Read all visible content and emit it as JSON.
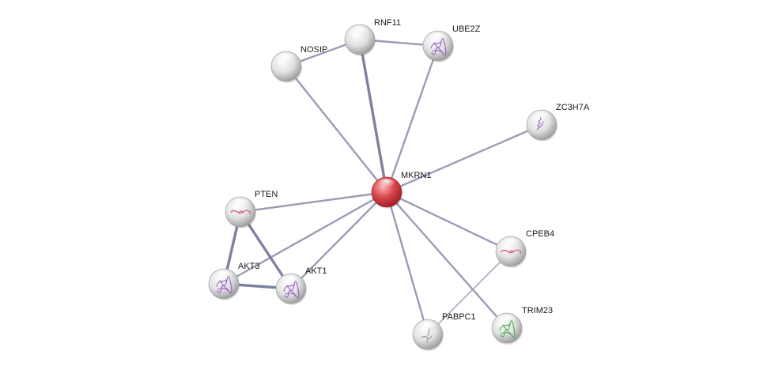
{
  "network": {
    "nodes": [
      {
        "id": "MKRN1",
        "label": "MKRN1",
        "kind": "query",
        "color": "#d9444c",
        "structure": ""
      },
      {
        "id": "RNF11",
        "label": "RNF11",
        "kind": "interactor",
        "color": "#dcdcdc",
        "structure": ""
      },
      {
        "id": "UBE2Z",
        "label": "UBE2Z",
        "kind": "interactor",
        "color": "#dcdcdc",
        "structure": "purple-protein"
      },
      {
        "id": "NOSIP",
        "label": "NOSIP",
        "kind": "interactor",
        "color": "#dcdcdc",
        "structure": ""
      },
      {
        "id": "ZC3H7A",
        "label": "ZC3H7A",
        "kind": "interactor",
        "color": "#dcdcdc",
        "structure": "purple-helix"
      },
      {
        "id": "PTEN",
        "label": "PTEN",
        "kind": "interactor",
        "color": "#dcdcdc",
        "structure": "pink-strand"
      },
      {
        "id": "AKT3",
        "label": "AKT3",
        "kind": "interactor",
        "color": "#dcdcdc",
        "structure": "purple-protein"
      },
      {
        "id": "AKT1",
        "label": "AKT1",
        "kind": "interactor",
        "color": "#dcdcdc",
        "structure": "purple-protein"
      },
      {
        "id": "CPEB4",
        "label": "CPEB4",
        "kind": "interactor",
        "color": "#dcdcdc",
        "structure": "pink-strand"
      },
      {
        "id": "PABPC1",
        "label": "PABPC1",
        "kind": "interactor",
        "color": "#dcdcdc",
        "structure": "gray-coil"
      },
      {
        "id": "TRIM23",
        "label": "TRIM23",
        "kind": "interactor",
        "color": "#dcdcdc",
        "structure": "green-protein"
      }
    ],
    "edges": [
      {
        "source": "MKRN1",
        "target": "RNF11",
        "weight": 3
      },
      {
        "source": "MKRN1",
        "target": "UBE2Z",
        "weight": 2
      },
      {
        "source": "MKRN1",
        "target": "NOSIP",
        "weight": 2
      },
      {
        "source": "MKRN1",
        "target": "ZC3H7A",
        "weight": 2
      },
      {
        "source": "MKRN1",
        "target": "PTEN",
        "weight": 2
      },
      {
        "source": "MKRN1",
        "target": "AKT3",
        "weight": 2
      },
      {
        "source": "MKRN1",
        "target": "AKT1",
        "weight": 2
      },
      {
        "source": "MKRN1",
        "target": "CPEB4",
        "weight": 2
      },
      {
        "source": "MKRN1",
        "target": "PABPC1",
        "weight": 2
      },
      {
        "source": "MKRN1",
        "target": "TRIM23",
        "weight": 2
      },
      {
        "source": "RNF11",
        "target": "UBE2Z",
        "weight": 2
      },
      {
        "source": "RNF11",
        "target": "NOSIP",
        "weight": 2
      },
      {
        "source": "PTEN",
        "target": "AKT3",
        "weight": 3
      },
      {
        "source": "PTEN",
        "target": "AKT1",
        "weight": 3
      },
      {
        "source": "AKT3",
        "target": "AKT1",
        "weight": 3
      },
      {
        "source": "CPEB4",
        "target": "PABPC1",
        "weight": 1
      }
    ],
    "edge_color": "#9a9cb6"
  }
}
